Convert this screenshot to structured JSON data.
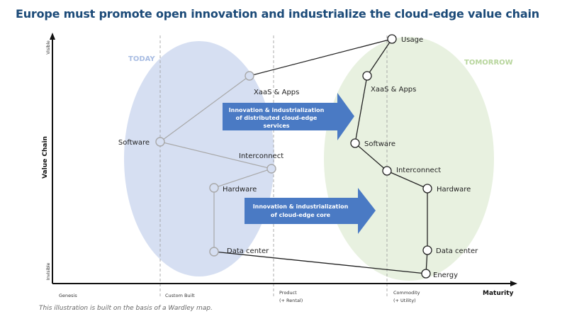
{
  "title": "Europe must promote open innovation and industrialize the cloud-edge value chain",
  "footnote": "This illustration is built on the basis of a Wardley map.",
  "axes": {
    "y_label": "Value Chain",
    "y_top": "Visible",
    "y_bottom": "Invisible",
    "x_label": "Maturity",
    "stages": [
      {
        "line1": "Genesis",
        "line2": ""
      },
      {
        "line1": "Custom Built",
        "line2": ""
      },
      {
        "line1": "Product",
        "line2": "(+ Rental)"
      },
      {
        "line1": "Commodity",
        "line2": "(+ Utility)"
      }
    ]
  },
  "regions": {
    "today": "TODAY",
    "tomorrow": "TOMORROW"
  },
  "arrows": {
    "top": {
      "line1": "Innovation & industrialization",
      "line2": "of distributed cloud-edge",
      "line3": "services"
    },
    "bottom": {
      "line1": "Innovation & industrialization",
      "line2": "of cloud-edge core"
    }
  },
  "today_nodes": {
    "xaas": "XaaS & Apps",
    "software": "Software",
    "interconnect": "Interconnect",
    "hardware": "Hardware",
    "datacenter": "Data center"
  },
  "tomorrow_nodes": {
    "usage": "Usage",
    "xaas": "XaaS & Apps",
    "software": "Software",
    "interconnect": "Interconnect",
    "hardware": "Hardware",
    "datacenter": "Data center",
    "energy": "Energy"
  },
  "colors": {
    "title": "#1b4a78",
    "today_region": "#d6dff2",
    "tomorrow_region": "#e8f1e0",
    "arrow": "#4a7ac4",
    "today_label": "#a9bde3",
    "tomorrow_label": "#b7d59c"
  }
}
